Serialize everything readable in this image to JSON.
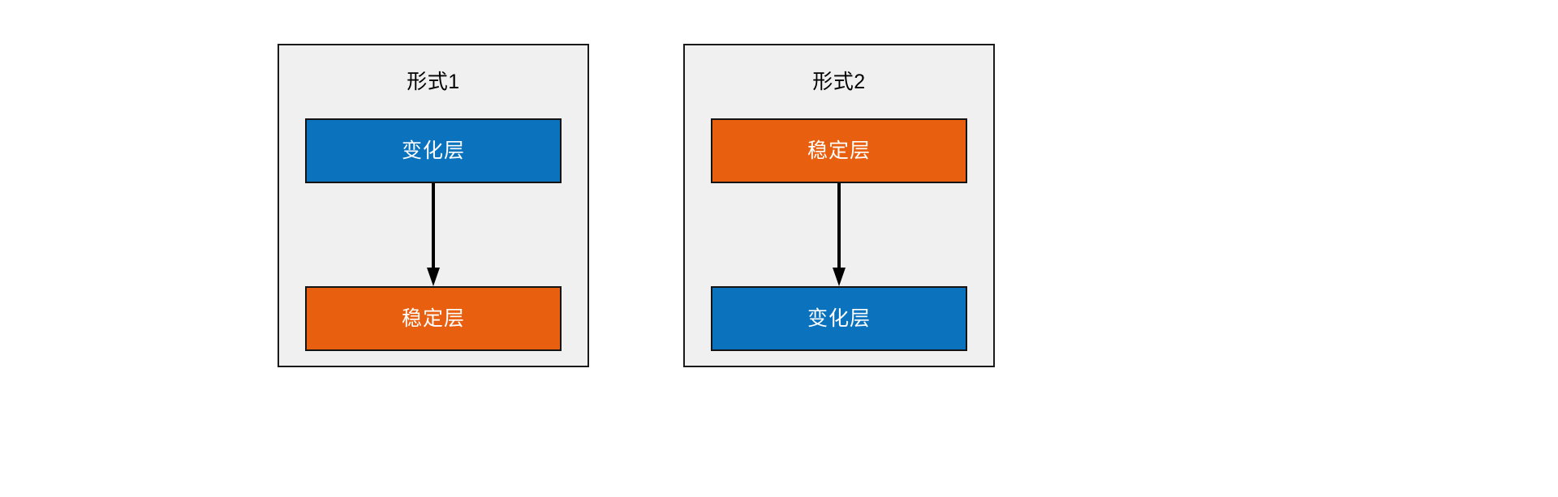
{
  "diagram": {
    "background_color": "#ffffff",
    "panel_background": "#f0f0f0",
    "panel_border_color": "#1a1a1a",
    "arrow_color": "#000000",
    "colors": {
      "blue": "#0b72bd",
      "orange": "#e8600f",
      "label_text": "#ffffff",
      "title_text": "#000000"
    },
    "panels": [
      {
        "id": "form-1",
        "title": "形式1",
        "boxes": [
          {
            "position": "top",
            "label": "变化层",
            "color_key": "blue",
            "color": "#0b72bd"
          },
          {
            "position": "bottom",
            "label": "稳定层",
            "color_key": "orange",
            "color": "#e8600f"
          }
        ],
        "arrow": {
          "from": "变化层",
          "to": "稳定层",
          "direction": "down"
        }
      },
      {
        "id": "form-2",
        "title": "形式2",
        "boxes": [
          {
            "position": "top",
            "label": "稳定层",
            "color_key": "orange",
            "color": "#e8600f"
          },
          {
            "position": "bottom",
            "label": "变化层",
            "color_key": "blue",
            "color": "#0b72bd"
          }
        ],
        "arrow": {
          "from": "稳定层",
          "to": "变化层",
          "direction": "down"
        }
      }
    ]
  }
}
